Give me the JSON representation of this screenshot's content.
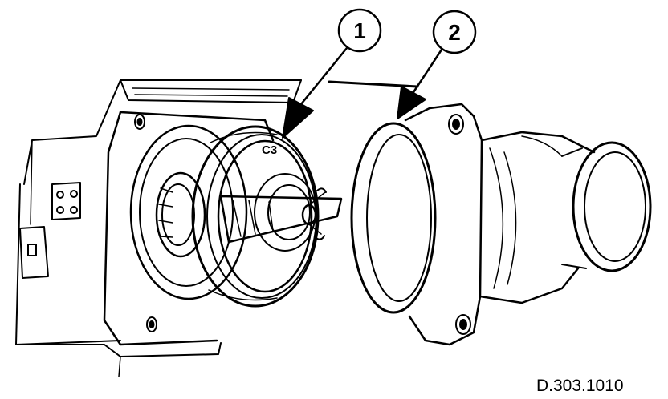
{
  "callouts": [
    {
      "label": "1"
    },
    {
      "label": "2"
    }
  ],
  "figure_reference": "D.303.1010",
  "part_marking": "C3",
  "colors": {
    "ink": "#000000",
    "paper": "#ffffff"
  }
}
